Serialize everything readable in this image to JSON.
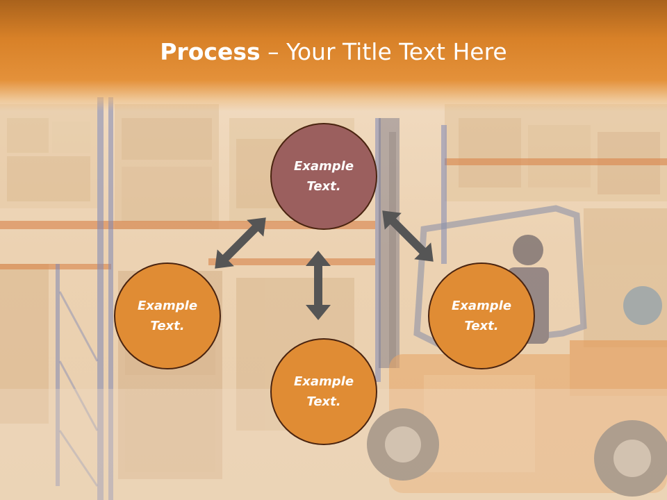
{
  "title": {
    "bold": "Process",
    "separator": " – ",
    "rest": "Your Title Text Here"
  },
  "diagram": {
    "nodes": [
      {
        "id": "top",
        "label": "Example\nText."
      },
      {
        "id": "left",
        "label": "Example\nText."
      },
      {
        "id": "right",
        "label": "Example\nText."
      },
      {
        "id": "bottom",
        "label": "Example\nText."
      }
    ],
    "colors": {
      "top_node": "#9b5f5e",
      "side_nodes": "#e08c34",
      "node_border": "#4a2410",
      "arrows": "#555555",
      "header": "#d88128"
    }
  }
}
